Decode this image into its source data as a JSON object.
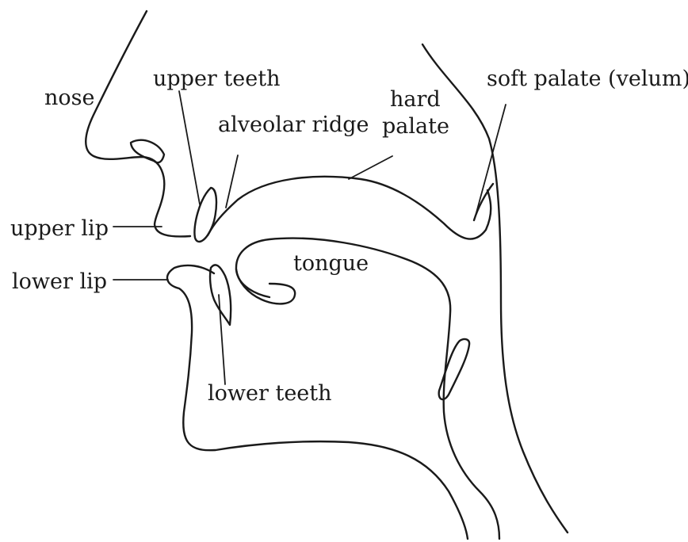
{
  "labels": {
    "nose": "nose",
    "upper_teeth": "upper teeth",
    "alveolar_ridge": "alveolar ridge",
    "hard_palate_line1": "hard",
    "hard_palate_line2": "palate",
    "soft_palate": "soft palate (velum)",
    "upper_lip": "upper lip",
    "lower_lip": "lower lip",
    "tongue": "tongue",
    "lower_teeth": "lower teeth"
  }
}
